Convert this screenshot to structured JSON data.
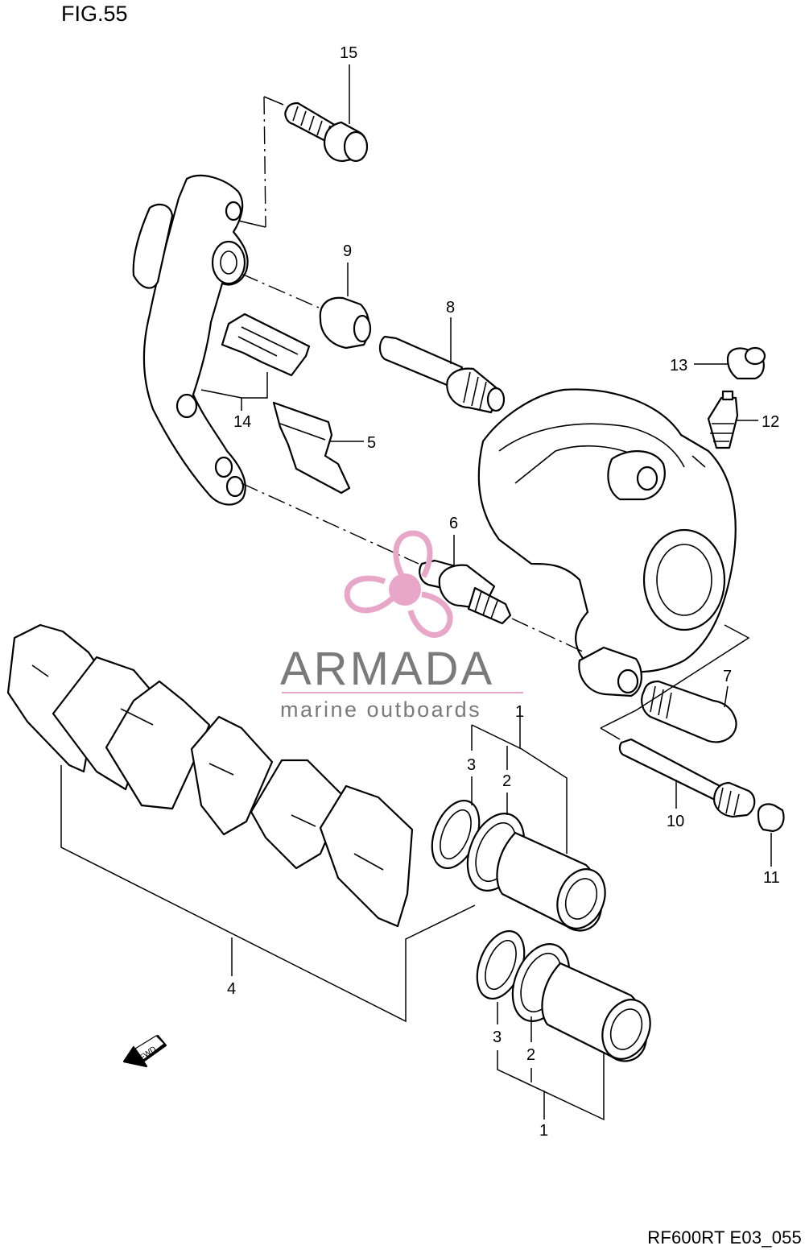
{
  "figure": {
    "title": "FIG.55",
    "drawing_code": "RF600RT E03_055"
  },
  "callouts": [
    "15",
    "9",
    "8",
    "13",
    "12",
    "14",
    "5",
    "6",
    "7",
    "1",
    "3",
    "2",
    "10",
    "11",
    "4",
    "3",
    "2",
    "1"
  ],
  "fwd_label": "FWD",
  "watermark": {
    "brand": "ARMADA",
    "tagline": "marine outboards",
    "logo_color": "#e8a7c8",
    "text_color": "#7a7a7a"
  }
}
